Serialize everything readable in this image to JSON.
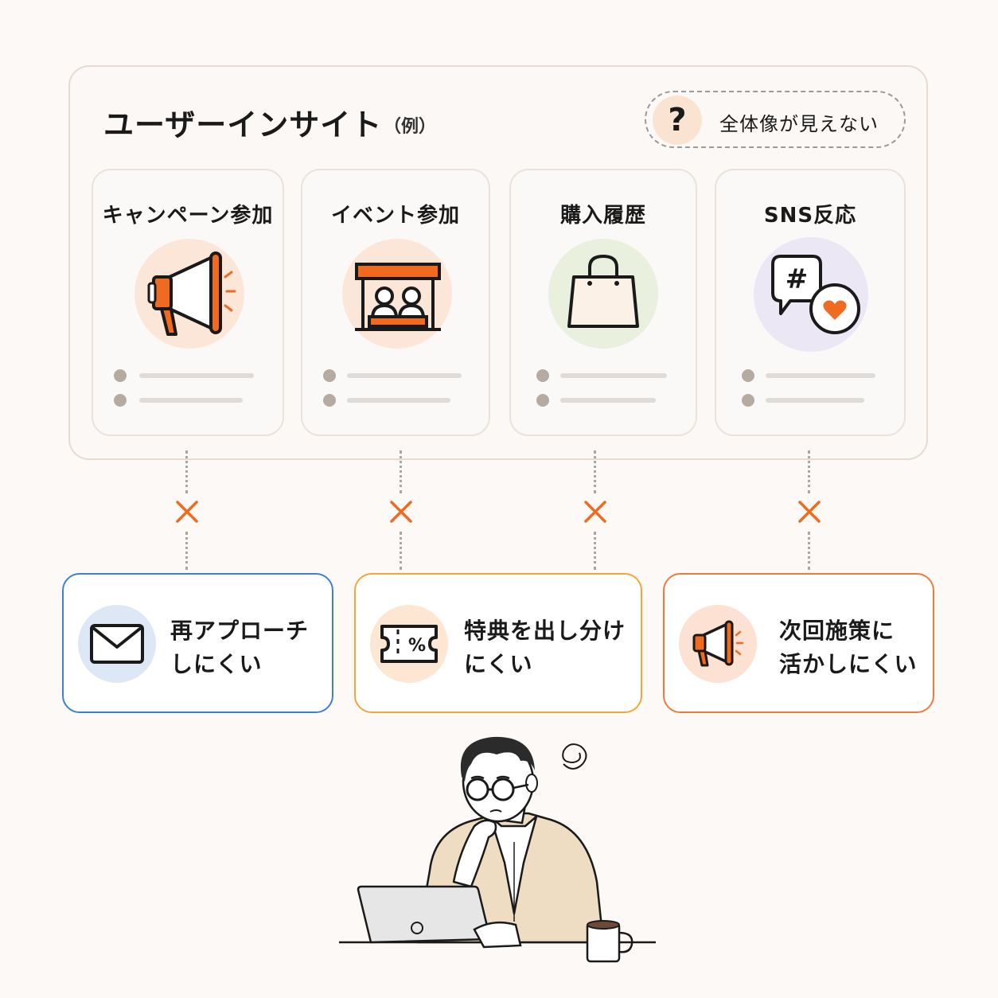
{
  "panel": {
    "title": "ユーザーインサイト",
    "subtitle": "（例）"
  },
  "unknown_badge": {
    "symbol": "?",
    "label": "全体像が見えない"
  },
  "sources": [
    {
      "label": "キャンペーン参加",
      "icon": "megaphone-icon",
      "bg": "#fce6d8"
    },
    {
      "label": "イベント参加",
      "icon": "event-booth-icon",
      "bg": "#fce6d8"
    },
    {
      "label": "購入履歴",
      "icon": "shopping-bag-icon",
      "bg": "#e9f0de"
    },
    {
      "label": "SNS反応",
      "icon": "sns-chat-icon",
      "bg": "#ece7f5"
    }
  ],
  "outcomes": [
    {
      "line1": "再アプローチ",
      "line2": "しにくい",
      "icon": "mail-icon",
      "border": "#3f7fd0",
      "icon_bg": "#dde7f6"
    },
    {
      "line1": "特典を出し分け",
      "line2": "にくい",
      "icon": "coupon-icon",
      "border": "#f3a53a",
      "icon_bg": "#fde7d2"
    },
    {
      "line1": "次回施策に",
      "line2": "活かしにくい",
      "icon": "megaphone-icon",
      "border": "#ef7a3a",
      "icon_bg": "#fde2d3"
    }
  ],
  "colors": {
    "accent": "#f06a1f",
    "connector": "#a7a7a7"
  }
}
